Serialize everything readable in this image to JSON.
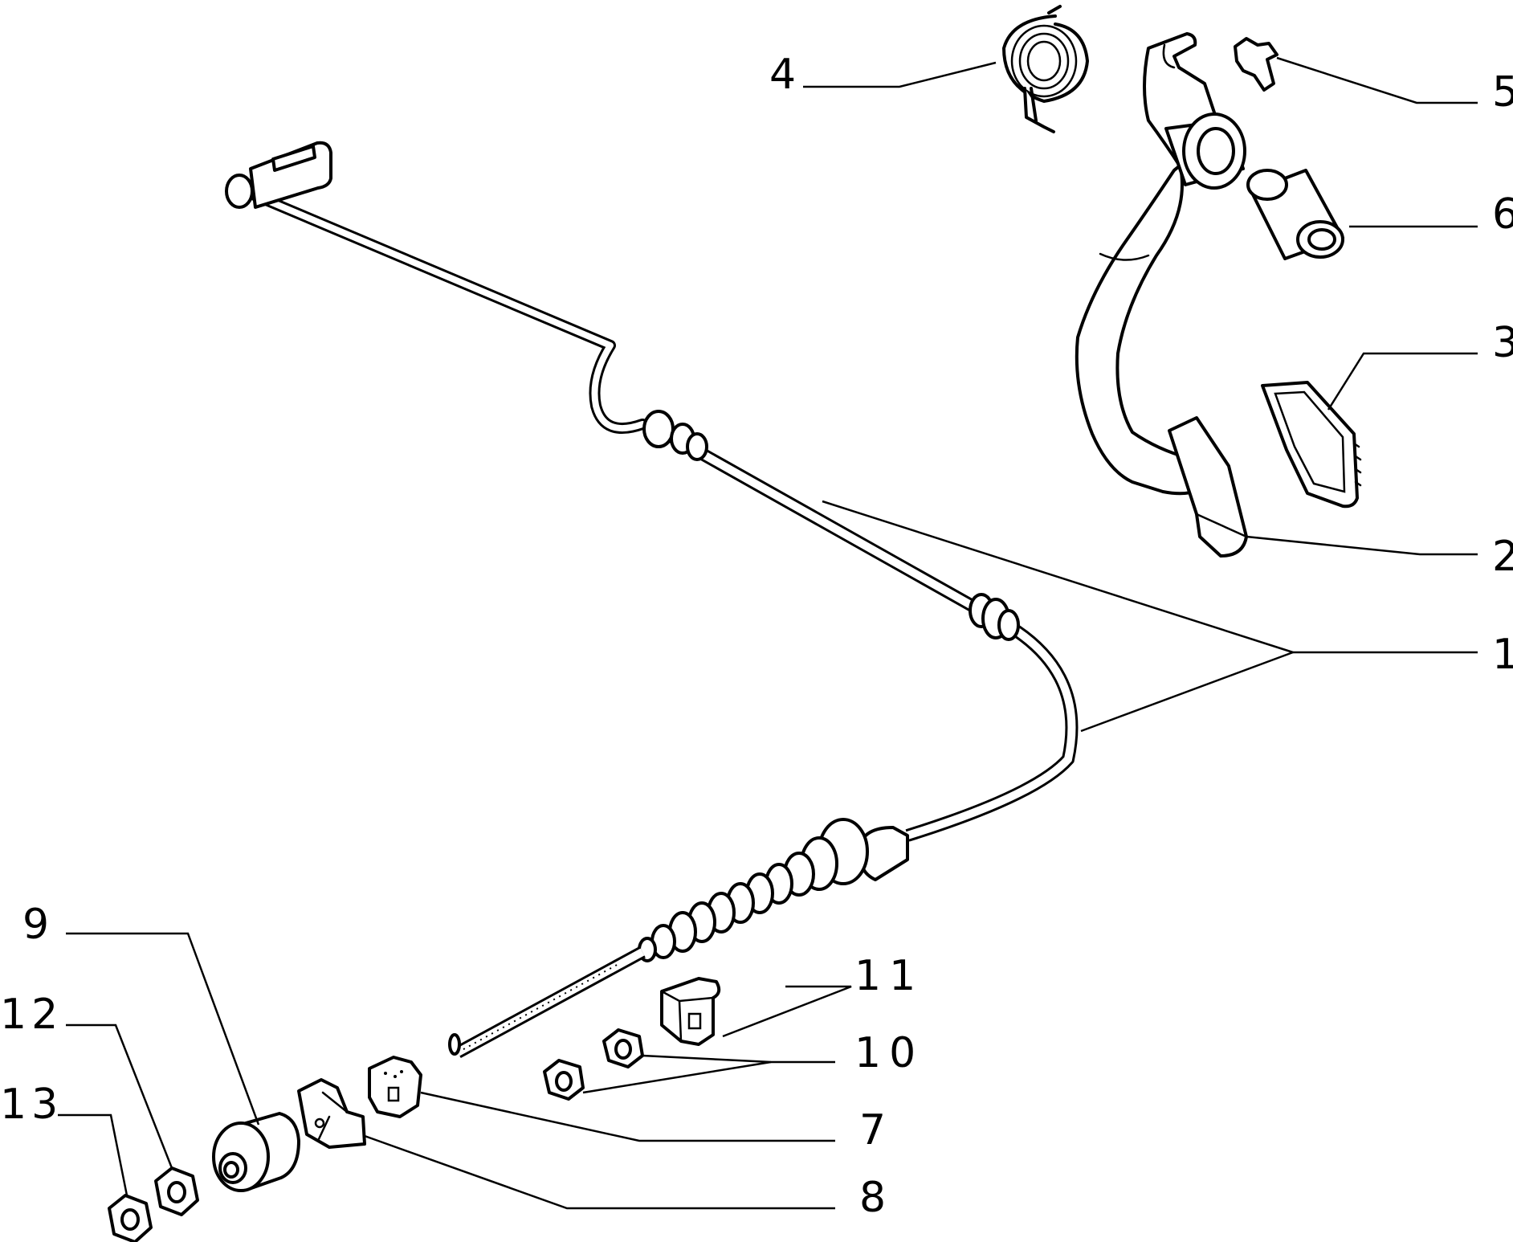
{
  "diagram": {
    "labels": {
      "cable": "1",
      "pedal": "2",
      "pedal_pad": "3",
      "return_spring": "4",
      "clip": "5",
      "bushing": "6",
      "bracket_a": "7",
      "bracket_b": "8",
      "adjuster": "9",
      "lock_nut": "10",
      "retainer": "11",
      "nut_a": "12",
      "nut_b": "13"
    }
  }
}
